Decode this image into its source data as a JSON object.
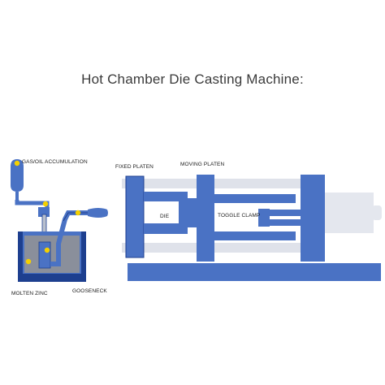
{
  "title": "Hot Chamber Die Casting Machine:",
  "labels": {
    "gas_oil": "GAS/OIL ACCUMULATION",
    "fixed_platen": "FIXED PLATEN",
    "moving_platen": "MOVING PLATEN",
    "die": "DIE",
    "toggle_clamp": "TOGGLE CLAMP",
    "molten_zinc": "MOLTEN ZINC",
    "gooseneck": "GOOSENECK"
  },
  "colors": {
    "machine_blue": "#4a72c4",
    "outline_blue": "#1d3f8f",
    "rail_gray": "#dfe2ea",
    "motor_gray": "#e4e7ee",
    "molten": "#8a8f9b",
    "marker_yellow": "#f4d000"
  }
}
